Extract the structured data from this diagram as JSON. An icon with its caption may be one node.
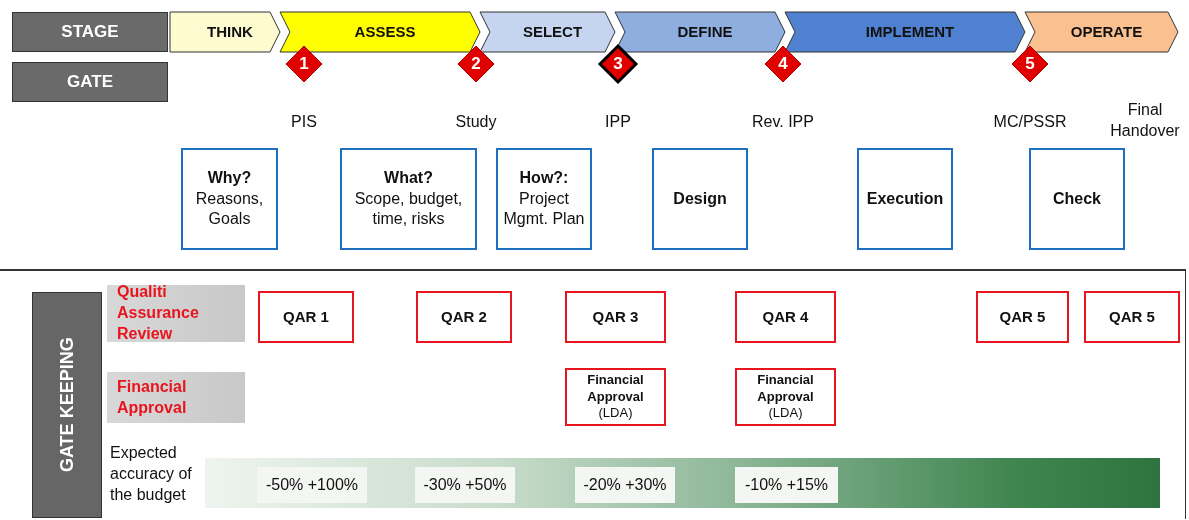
{
  "diagram": {
    "nodes": [
      {
        "text": [
          "STAGE"
        ]
      },
      {
        "text": [
          "THINK"
        ]
      },
      {
        "text": [
          "ASSESS"
        ]
      },
      {
        "text": [
          "SELECT"
        ]
      },
      {
        "text": [
          "DEFINE"
        ]
      },
      {
        "text": [
          "IMPLEMENT"
        ]
      },
      {
        "text": [
          "OPERATE"
        ]
      },
      {
        "text": [
          "GATE"
        ]
      },
      {
        "text": [
          "1"
        ]
      },
      {
        "text": [
          "2"
        ]
      },
      {
        "text": [
          "3"
        ]
      },
      {
        "text": [
          "4"
        ]
      },
      {
        "text": [
          "5"
        ]
      },
      {
        "text": [
          "Why?",
          "Reasons, Goals"
        ]
      },
      {
        "text": [
          "What?",
          "Scope, budget, time, risks"
        ]
      },
      {
        "text": [
          "How?:",
          "Project Mgmt. Plan"
        ]
      },
      {
        "text": [
          "Design"
        ]
      },
      {
        "text": [
          "Execution"
        ]
      },
      {
        "text": [
          "Check"
        ]
      },
      {
        "text": [
          "GATE KEEPING"
        ]
      },
      {
        "text": [
          "Qualiti Assurance Review"
        ]
      },
      {
        "text": [
          "QAR 1"
        ]
      },
      {
        "text": [
          "QAR 2"
        ]
      },
      {
        "text": [
          "QAR 3"
        ]
      },
      {
        "text": [
          "QAR 4"
        ]
      },
      {
        "text": [
          "QAR 5"
        ]
      },
      {
        "text": [
          "QAR 5"
        ]
      },
      {
        "text": [
          "Financial Approval"
        ]
      },
      {
        "text": [
          "Financial Approval",
          "(LDA)"
        ]
      },
      {
        "text": [
          "Financial Approval",
          "(LDA)"
        ]
      },
      {
        "text": [],
        "shape": "bar"
      },
      {
        "text": [
          "-50% +100%"
        ],
        "in": 30
      },
      {
        "text": [
          "-30% +50%"
        ],
        "in": 30
      },
      {
        "text": [
          "-20% +30%"
        ],
        "in": 30
      },
      {
        "text": [
          "-10% +15%"
        ],
        "in": 30
      }
    ],
    "labels": [
      "PIS",
      "Study",
      "IPP",
      "Rev. IPP",
      "MC/PSSR",
      "Final Handover",
      "Expected accuracy of the budget"
    ]
  }
}
